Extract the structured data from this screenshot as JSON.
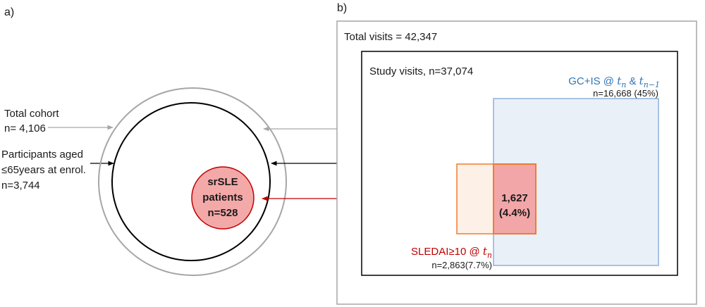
{
  "panel_a": {
    "letter": "a)",
    "total_cohort": {
      "line1": "Total cohort",
      "line2": "n= 4,106"
    },
    "participants": {
      "line1": "Participants aged",
      "line2": "≤65years at enrol.",
      "line3": "n=3,744"
    },
    "srsle": {
      "line1": "srSLE",
      "line2": "patients",
      "line3": "n=528"
    }
  },
  "panel_b": {
    "letter": "b)",
    "total_visits": "Total visits = 42,347",
    "study_visits": "Study visits, n=37,074",
    "gc_is": {
      "prefix": "GC+IS @ ",
      "t": "t",
      "n_sub": "n",
      "amp": " & ",
      "n1_sub": "n−1",
      "count": "n=16,668 (45%)"
    },
    "sledai": {
      "prefix": "SLEDAI≥10 @ ",
      "t": "t",
      "n_sub": "n",
      "count": "n=2,863(7.7%)"
    },
    "overlap": {
      "line1": "1,627",
      "line2": "(4.4%)"
    }
  },
  "colors": {
    "grey_outline": "#a6a6a6",
    "black": "#000000",
    "blue": "#2e75b6",
    "blue_light": "#8fb0da",
    "blue_fill": "#dce6f4",
    "orange": "#ed7d31",
    "orange_fill": "#fdf0e6",
    "red": "#c00000",
    "red_fill": "#f4a9a9",
    "overlap_fill": "#f2a6a8"
  }
}
